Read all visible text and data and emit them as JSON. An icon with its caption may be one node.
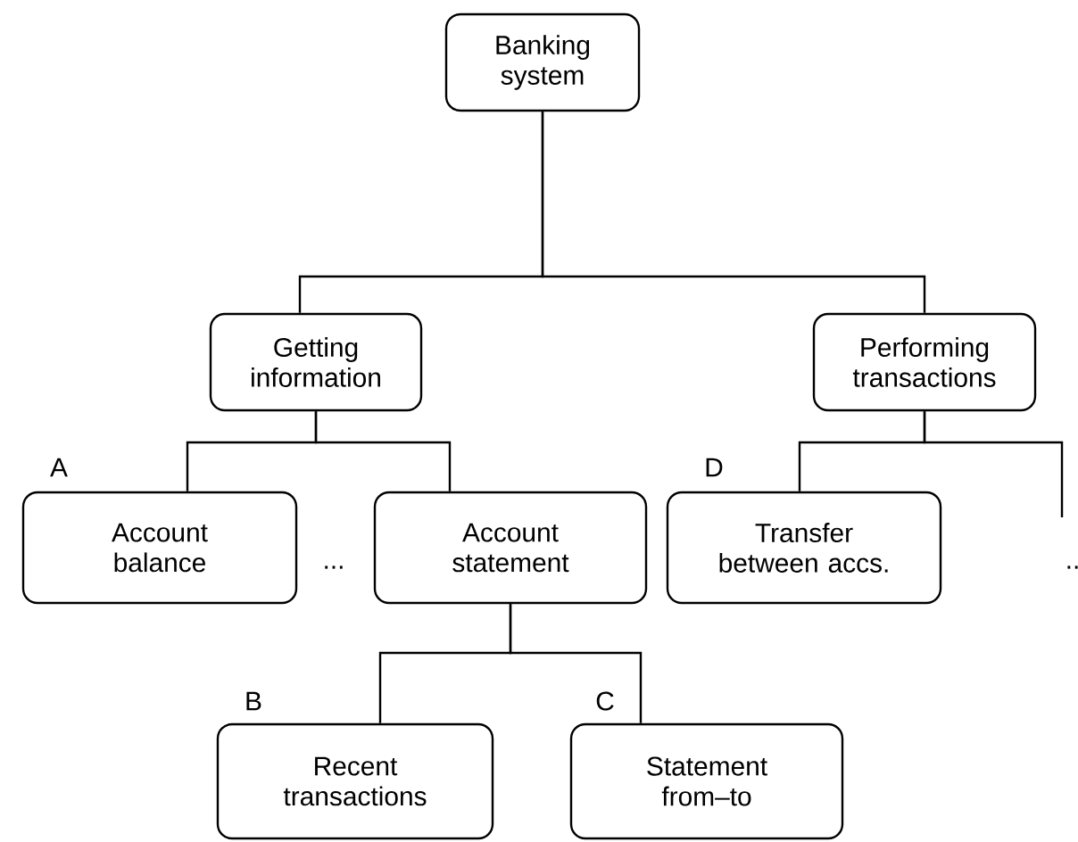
{
  "diagram": {
    "nodes": [
      {
        "text": [
          "Banking system"
        ]
      },
      {
        "text": [
          "Getting information"
        ]
      },
      {
        "text": [
          "Performing transactions"
        ]
      },
      {
        "text": [
          "Account balance"
        ],
        "beside": [
          "A"
        ]
      },
      {
        "text": [
          "Account statement"
        ]
      },
      {
        "text": [
          "Transfer between accs."
        ],
        "beside": [
          "D"
        ]
      },
      {
        "text": [
          "Recent transactions"
        ],
        "beside": [
          "B"
        ]
      },
      {
        "text": [
          "Statement from–to"
        ],
        "beside": [
          "C"
        ]
      }
    ],
    "edges": [
      {
        "from": 0,
        "to": 1,
        "arrow": "none"
      },
      {
        "from": 0,
        "to": 2,
        "arrow": "none"
      },
      {
        "from": 1,
        "to": 3,
        "arrow": "none"
      },
      {
        "from": 1,
        "to": 4,
        "arrow": "none"
      },
      {
        "from": 2,
        "to": 5,
        "arrow": "none"
      },
      {
        "from": 2,
        "to": null,
        "arrow": "none"
      },
      {
        "from": 4,
        "to": 6,
        "arrow": "none"
      },
      {
        "from": 4,
        "to": 7,
        "arrow": "none"
      }
    ],
    "labels": [
      "...",
      ".."
    ]
  }
}
